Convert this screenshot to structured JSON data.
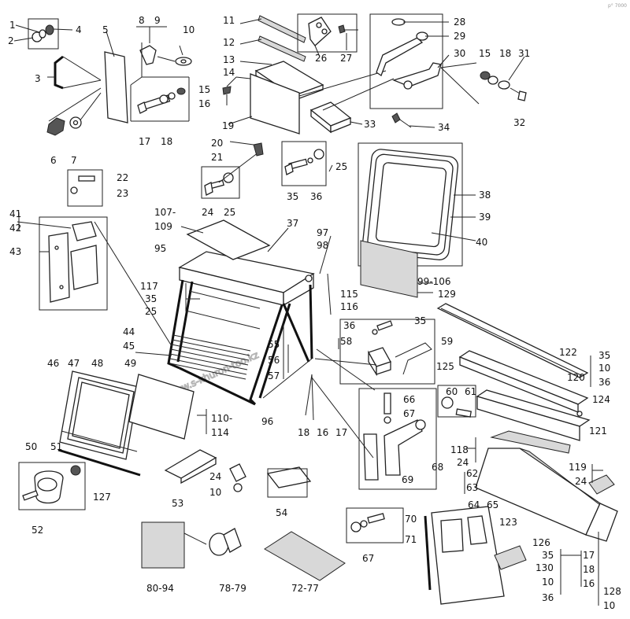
{
  "watermark": "www.s-khuron-too.kz",
  "corner_mark": "p° 7000",
  "labels": [
    {
      "id": "1",
      "text": "1"
    },
    {
      "id": "2",
      "text": "2"
    },
    {
      "id": "3",
      "text": "3"
    },
    {
      "id": "4",
      "text": "4"
    },
    {
      "id": "5",
      "text": "5"
    },
    {
      "id": "6",
      "text": "6"
    },
    {
      "id": "7",
      "text": "7"
    },
    {
      "id": "8",
      "text": "8"
    },
    {
      "id": "9",
      "text": "9"
    },
    {
      "id": "10a",
      "text": "10"
    },
    {
      "id": "11",
      "text": "11"
    },
    {
      "id": "12",
      "text": "12"
    },
    {
      "id": "13",
      "text": "13"
    },
    {
      "id": "14",
      "text": "14"
    },
    {
      "id": "15a",
      "text": "15"
    },
    {
      "id": "16a",
      "text": "16"
    },
    {
      "id": "17a",
      "text": "17"
    },
    {
      "id": "18a",
      "text": "18"
    },
    {
      "id": "19",
      "text": "19"
    },
    {
      "id": "20",
      "text": "20"
    },
    {
      "id": "21",
      "text": "21"
    },
    {
      "id": "22",
      "text": "22"
    },
    {
      "id": "23",
      "text": "23"
    },
    {
      "id": "24a",
      "text": "24"
    },
    {
      "id": "25a",
      "text": "25"
    },
    {
      "id": "25b",
      "text": "25"
    },
    {
      "id": "26",
      "text": "26"
    },
    {
      "id": "27",
      "text": "27"
    },
    {
      "id": "28",
      "text": "28"
    },
    {
      "id": "29",
      "text": "29"
    },
    {
      "id": "30",
      "text": "30"
    },
    {
      "id": "31",
      "text": "31"
    },
    {
      "id": "32",
      "text": "32"
    },
    {
      "id": "15b",
      "text": "15"
    },
    {
      "id": "18b",
      "text": "18"
    },
    {
      "id": "33",
      "text": "33"
    },
    {
      "id": "34",
      "text": "34"
    },
    {
      "id": "35a",
      "text": "35"
    },
    {
      "id": "36a",
      "text": "36"
    },
    {
      "id": "37",
      "text": "37"
    },
    {
      "id": "38",
      "text": "38"
    },
    {
      "id": "39",
      "text": "39"
    },
    {
      "id": "40",
      "text": "40"
    },
    {
      "id": "41",
      "text": "41"
    },
    {
      "id": "42",
      "text": "42"
    },
    {
      "id": "43",
      "text": "43"
    },
    {
      "id": "44",
      "text": "44"
    },
    {
      "id": "45",
      "text": "45"
    },
    {
      "id": "46",
      "text": "46"
    },
    {
      "id": "47",
      "text": "47"
    },
    {
      "id": "48",
      "text": "48"
    },
    {
      "id": "49",
      "text": "49"
    },
    {
      "id": "50",
      "text": "50"
    },
    {
      "id": "51",
      "text": "51"
    },
    {
      "id": "52",
      "text": "52"
    },
    {
      "id": "53",
      "text": "53"
    },
    {
      "id": "54",
      "text": "54"
    },
    {
      "id": "55",
      "text": "55"
    },
    {
      "id": "56",
      "text": "56"
    },
    {
      "id": "57",
      "text": "57"
    },
    {
      "id": "58",
      "text": "58"
    },
    {
      "id": "59",
      "text": "59"
    },
    {
      "id": "35b",
      "text": "35"
    },
    {
      "id": "36b",
      "text": "36"
    },
    {
      "id": "60",
      "text": "60"
    },
    {
      "id": "61",
      "text": "61"
    },
    {
      "id": "62",
      "text": "62"
    },
    {
      "id": "63",
      "text": "63"
    },
    {
      "id": "64",
      "text": "64"
    },
    {
      "id": "65",
      "text": "65"
    },
    {
      "id": "66",
      "text": "66"
    },
    {
      "id": "67a",
      "text": "67"
    },
    {
      "id": "67b",
      "text": "67"
    },
    {
      "id": "68",
      "text": "68"
    },
    {
      "id": "69",
      "text": "69"
    },
    {
      "id": "70",
      "text": "70"
    },
    {
      "id": "71",
      "text": "71"
    },
    {
      "id": "72-77",
      "text": "72-77"
    },
    {
      "id": "78-79",
      "text": "78-79"
    },
    {
      "id": "80-94",
      "text": "80-94"
    },
    {
      "id": "95",
      "text": "95"
    },
    {
      "id": "96",
      "text": "96"
    },
    {
      "id": "97",
      "text": "97"
    },
    {
      "id": "98",
      "text": "98"
    },
    {
      "id": "99-106",
      "text": "99-106"
    },
    {
      "id": "107",
      "text": "107-"
    },
    {
      "id": "109",
      "text": "109"
    },
    {
      "id": "110",
      "text": "110-"
    },
    {
      "id": "114",
      "text": "114"
    },
    {
      "id": "115",
      "text": "115"
    },
    {
      "id": "116",
      "text": "116"
    },
    {
      "id": "117",
      "text": "117"
    },
    {
      "id": "35c",
      "text": "35"
    },
    {
      "id": "25c",
      "text": "25"
    },
    {
      "id": "118",
      "text": "118"
    },
    {
      "id": "24b",
      "text": "24"
    },
    {
      "id": "119",
      "text": "119"
    },
    {
      "id": "24c",
      "text": "24"
    },
    {
      "id": "120",
      "text": "120"
    },
    {
      "id": "121",
      "text": "121"
    },
    {
      "id": "122",
      "text": "122"
    },
    {
      "id": "123",
      "text": "123"
    },
    {
      "id": "124",
      "text": "124"
    },
    {
      "id": "125",
      "text": "125"
    },
    {
      "id": "126",
      "text": "126"
    },
    {
      "id": "127",
      "text": "127"
    },
    {
      "id": "128",
      "text": "128"
    },
    {
      "id": "129",
      "text": "129"
    },
    {
      "id": "130",
      "text": "130"
    },
    {
      "id": "35d",
      "text": "35"
    },
    {
      "id": "10b",
      "text": "10"
    },
    {
      "id": "36c",
      "text": "36"
    },
    {
      "id": "35e",
      "text": "35"
    },
    {
      "id": "10c",
      "text": "10"
    },
    {
      "id": "36d",
      "text": "36"
    },
    {
      "id": "17b",
      "text": "17"
    },
    {
      "id": "18c",
      "text": "18"
    },
    {
      "id": "16b",
      "text": "16"
    },
    {
      "id": "10d",
      "text": "10"
    },
    {
      "id": "18d",
      "text": "18"
    },
    {
      "id": "16c",
      "text": "16"
    },
    {
      "id": "17c",
      "text": "17"
    },
    {
      "id": "24d",
      "text": "24"
    },
    {
      "id": "10e",
      "text": "10"
    },
    {
      "id": "129b",
      "text": ""
    }
  ]
}
